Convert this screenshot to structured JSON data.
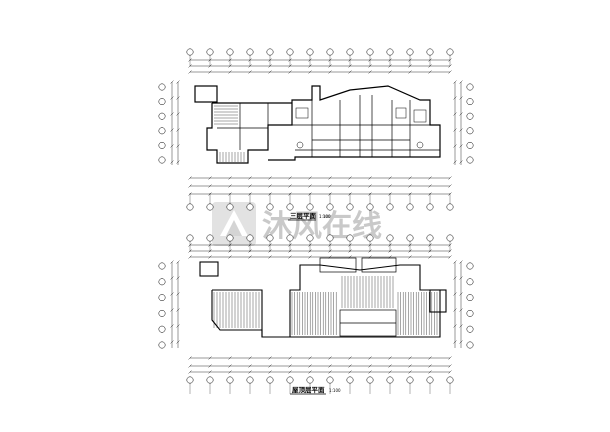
{
  "plans": [
    {
      "title": "三层平面",
      "scale": "1:100"
    },
    {
      "title": "屋顶层平面",
      "scale": "1:100"
    }
  ],
  "watermark": {
    "text": "沐风在线",
    "icon": "brand-logo-icon"
  }
}
